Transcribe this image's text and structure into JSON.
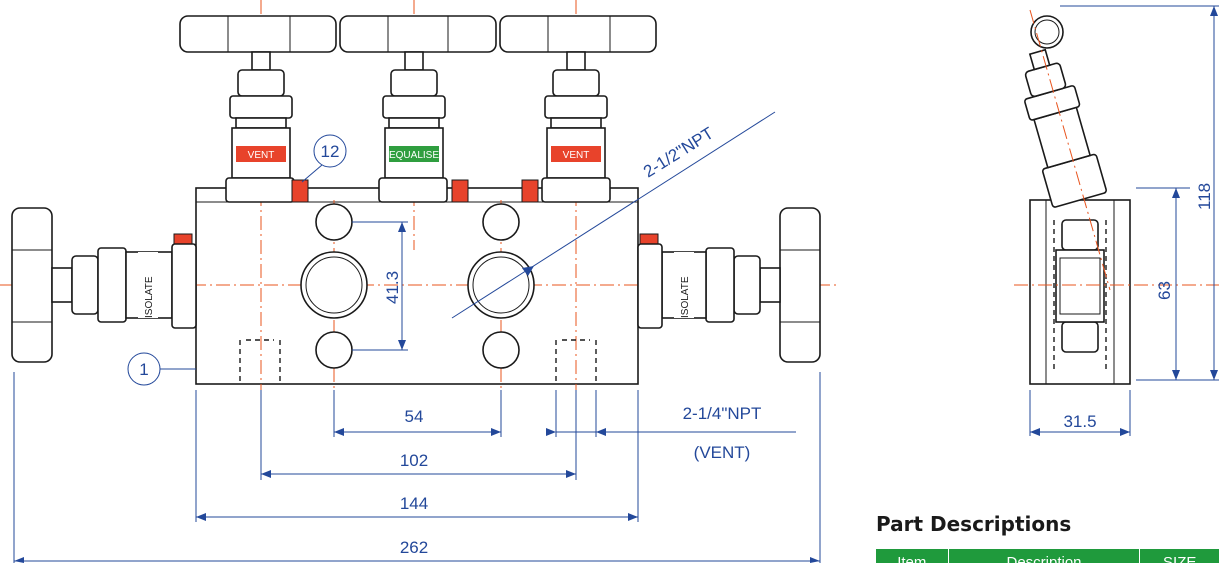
{
  "drawing": {
    "labels": {
      "vent_left": "VENT",
      "equalise": "EQUALISE",
      "vent_right": "VENT",
      "isolate_left": "ISOLATE",
      "isolate_right": "ISOLATE"
    },
    "balloons": {
      "body": "1",
      "plug": "12"
    },
    "dimensions": {
      "d54": "54",
      "d102": "102",
      "d144": "144",
      "d262": "262",
      "d41_3": "41.3",
      "npt_half": "2-1/2\"NPT",
      "npt_quarter": "2-1/4\"NPT",
      "vent_note": "(VENT)",
      "d31_5": "31.5",
      "d63": "63",
      "d118": "118"
    },
    "colors": {
      "vent": "#e8432b",
      "equalise": "#2f9e3f",
      "isolate": "#2a4fa8",
      "dimension": "#23489a",
      "centerline": "#e8541e",
      "table_header": "#1f9a3c"
    }
  },
  "parts": {
    "title": "Part Descriptions",
    "columns": [
      "Item",
      "Description",
      "SIZE"
    ]
  }
}
